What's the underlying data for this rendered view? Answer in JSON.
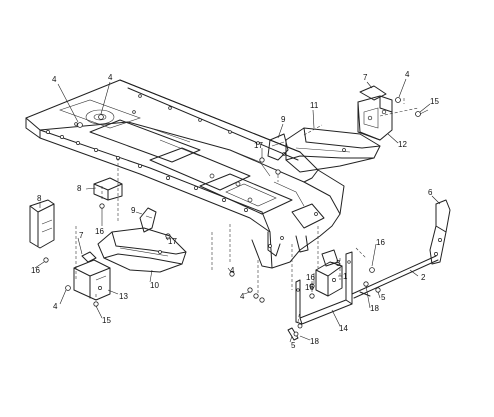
{
  "callouts": {
    "c4_a": "4",
    "c4_b": "4",
    "c7_a": "7",
    "c4_c": "4",
    "c15_a": "15",
    "c11": "11",
    "c9_a": "9",
    "c12": "12",
    "c17_a": "17",
    "c8_a": "8",
    "c8_b": "8",
    "c6": "6",
    "c9_b": "9",
    "c16_a": "16",
    "c17_b": "17",
    "c7_b": "7",
    "c16_b": "16",
    "c4_d": "4",
    "c3": "3",
    "c16_c": "16",
    "c1": "1",
    "c16_d": "16",
    "c2": "2",
    "c10": "10",
    "c4_e": "4",
    "c13": "13",
    "c5_a": "5",
    "c4_f": "4",
    "c18_a": "18",
    "c15_b": "15",
    "c14": "14",
    "c18_b": "18",
    "c5_b": "5"
  }
}
